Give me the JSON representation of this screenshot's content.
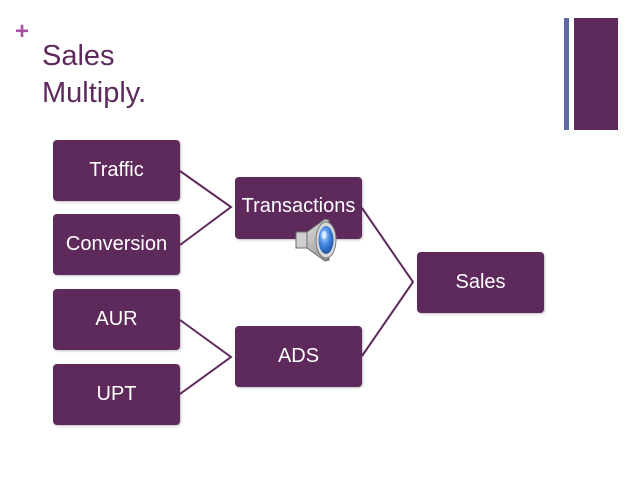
{
  "slide": {
    "plus_symbol": "+",
    "title_line1": "Sales",
    "title_line2": "Multiply."
  },
  "diagram": {
    "nodes": {
      "traffic": "Traffic",
      "conversion": "Conversion",
      "aur": "AUR",
      "upt": "UPT",
      "transactions": "Transactions",
      "ads": "ADS",
      "sales": "Sales"
    }
  },
  "media": {
    "icon": "speaker-volume-icon"
  },
  "colors": {
    "node_fill": "#5d2a5b",
    "title_text": "#5d2a5b",
    "plus_symbol": "#a552a3",
    "connector_line": "#5d2a5b",
    "corner_stripe": "#5e6aa8",
    "corner_block": "#5d2a5b"
  }
}
